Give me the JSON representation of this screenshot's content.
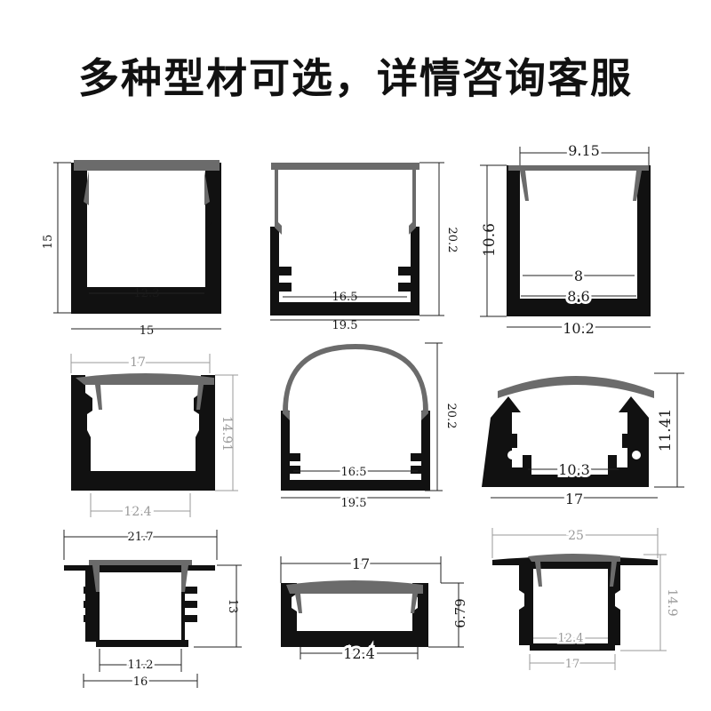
{
  "title": "多种型材可选，详情咨询客服",
  "profiles": [
    {
      "id": "p1",
      "dims": [
        "15",
        "12.3",
        "15"
      ]
    },
    {
      "id": "p2",
      "dims": [
        "20.2",
        "16.5",
        "19.5"
      ]
    },
    {
      "id": "p3",
      "dims": [
        "9.15",
        "10.6",
        "8",
        "8.6",
        "10.2"
      ]
    },
    {
      "id": "p4",
      "dims": [
        "17",
        "14.91",
        "12.4"
      ]
    },
    {
      "id": "p5",
      "dims": [
        "20.2",
        "16.5",
        "19.5"
      ]
    },
    {
      "id": "p6",
      "dims": [
        "11.41",
        "10.3",
        "17"
      ]
    },
    {
      "id": "p7",
      "dims": [
        "21.7",
        "13",
        "11.2",
        "16"
      ]
    },
    {
      "id": "p8",
      "dims": [
        "17",
        "6.79",
        "12.4"
      ]
    },
    {
      "id": "p9",
      "dims": [
        "25",
        "14.9",
        "12.4",
        "17"
      ]
    }
  ],
  "colors": {
    "profile_body": "#111111",
    "diffuser_cover": "#6b6b6b",
    "grey_dim": "#9a9a9a"
  }
}
